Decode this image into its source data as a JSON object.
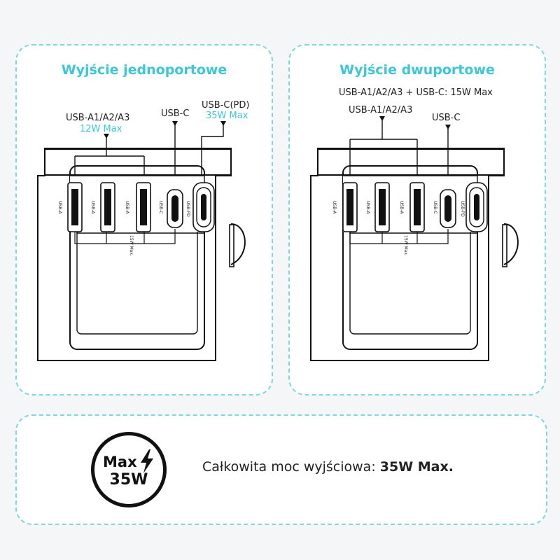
{
  "left_panel": {
    "title": "Wyjście jednoportowe",
    "label_usba": "USB-A1/A2/A3",
    "label_usba_power": "12W Max",
    "label_usbc": "USB-C",
    "label_usbcpd": "USB-C(PD)",
    "label_usbcpd_power": "35W Max",
    "port_labels": [
      "USB-A",
      "USB-A",
      "USB-A",
      "USB-C",
      "USB-PD"
    ],
    "shared_limit": "15W Max."
  },
  "right_panel": {
    "title": "Wyjście dwuportowe",
    "combo_label": "USB-A1/A2/A3 + USB-C: 15W Max",
    "label_usba": "USB-A1/A2/A3",
    "label_usbc": "USB-C",
    "port_labels": [
      "USB-A",
      "USB-A",
      "USB-A",
      "USB-C",
      "USB-PD"
    ],
    "shared_limit": "15W Max."
  },
  "bottom_panel": {
    "badge_top": "Max",
    "badge_bottom": "35W",
    "summary_text": "Całkowita moc wyjściowa: ",
    "summary_value": "35W Max.",
    "bolt_icon": "lightning-bolt-icon"
  },
  "colors": {
    "accent": "#3cc6d8",
    "dashed_border": "#7fd6df",
    "ink": "#222222"
  }
}
